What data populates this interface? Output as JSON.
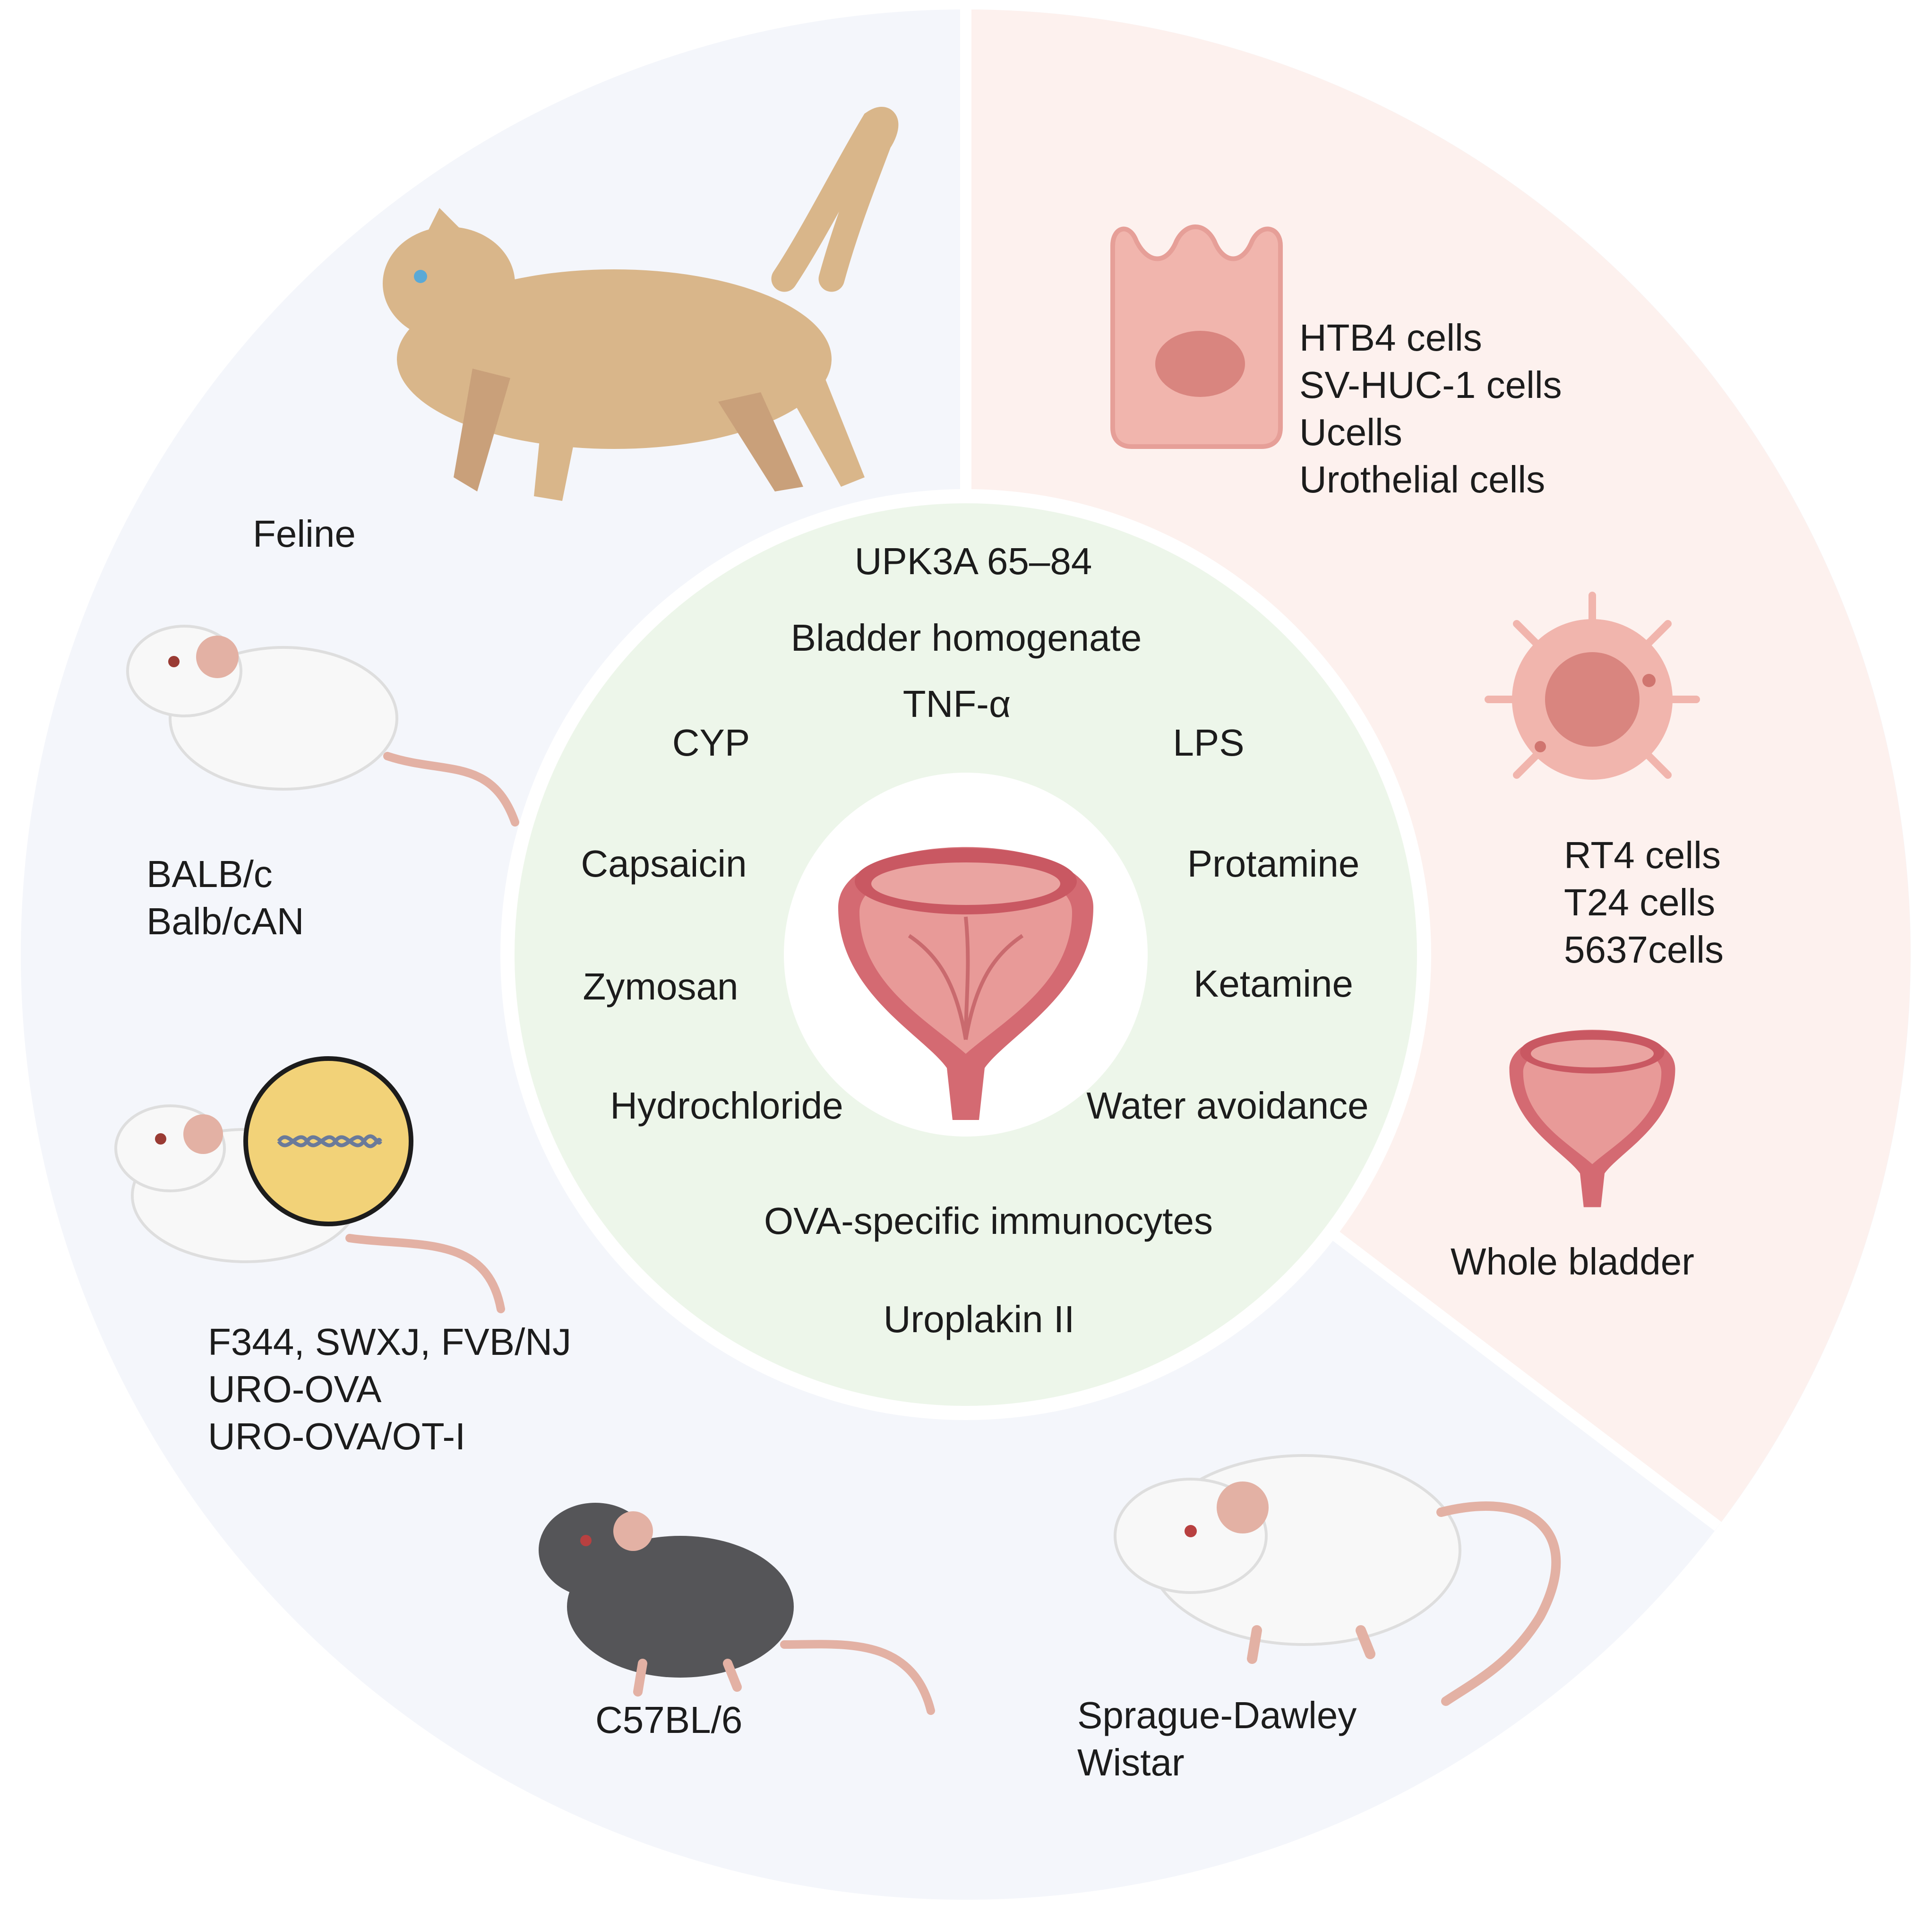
{
  "colors": {
    "animal_sector": "#f4f6fb",
    "cell_sector": "#fdf1ee",
    "inducer_ring": "#edf6ea",
    "divider": "#ffffff",
    "bladder_outer": "#d46a72",
    "bladder_inner": "#e89a98",
    "cat_fur": "#d9b68a",
    "mouse_dark": "#555558",
    "gene_circle": "#f2d278"
  },
  "animal_models": [
    {
      "name": "feline",
      "lines": [
        "Feline"
      ]
    },
    {
      "name": "balbc",
      "lines": [
        "BALB/c",
        "Balb/cAN"
      ]
    },
    {
      "name": "transgenic",
      "lines": [
        "F344, SWXJ, FVB/NJ",
        "URO-OVA",
        "URO-OVA/OT-I"
      ]
    },
    {
      "name": "c57",
      "lines": [
        "C57BL/6"
      ]
    },
    {
      "name": "rat",
      "lines": [
        "Sprague-Dawley",
        "Wistar"
      ]
    }
  ],
  "in_vitro_models": [
    {
      "name": "urothelial",
      "lines": [
        "HTB4 cells",
        "SV-HUC-1 cells",
        "Ucells",
        "Urothelial cells"
      ]
    },
    {
      "name": "cancer",
      "lines": [
        "RT4 cells",
        "T24 cells",
        "5637cells"
      ]
    },
    {
      "name": "whole-bladder",
      "lines": [
        "Whole bladder"
      ]
    }
  ],
  "inducers": {
    "upk3a": "UPK3A 65–84",
    "homogenate": "Bladder homogenate",
    "tnf": "TNF-α",
    "cyp": "CYP",
    "lps": "LPS",
    "capsaicin": "Capsaicin",
    "protamine": "Protamine",
    "zymosan": "Zymosan",
    "ketamine": "Ketamine",
    "hydrochloride": "Hydrochloride",
    "water": "Water avoidance",
    "ova": "OVA-specific immunocytes",
    "uroplakin": "Uroplakin II"
  }
}
